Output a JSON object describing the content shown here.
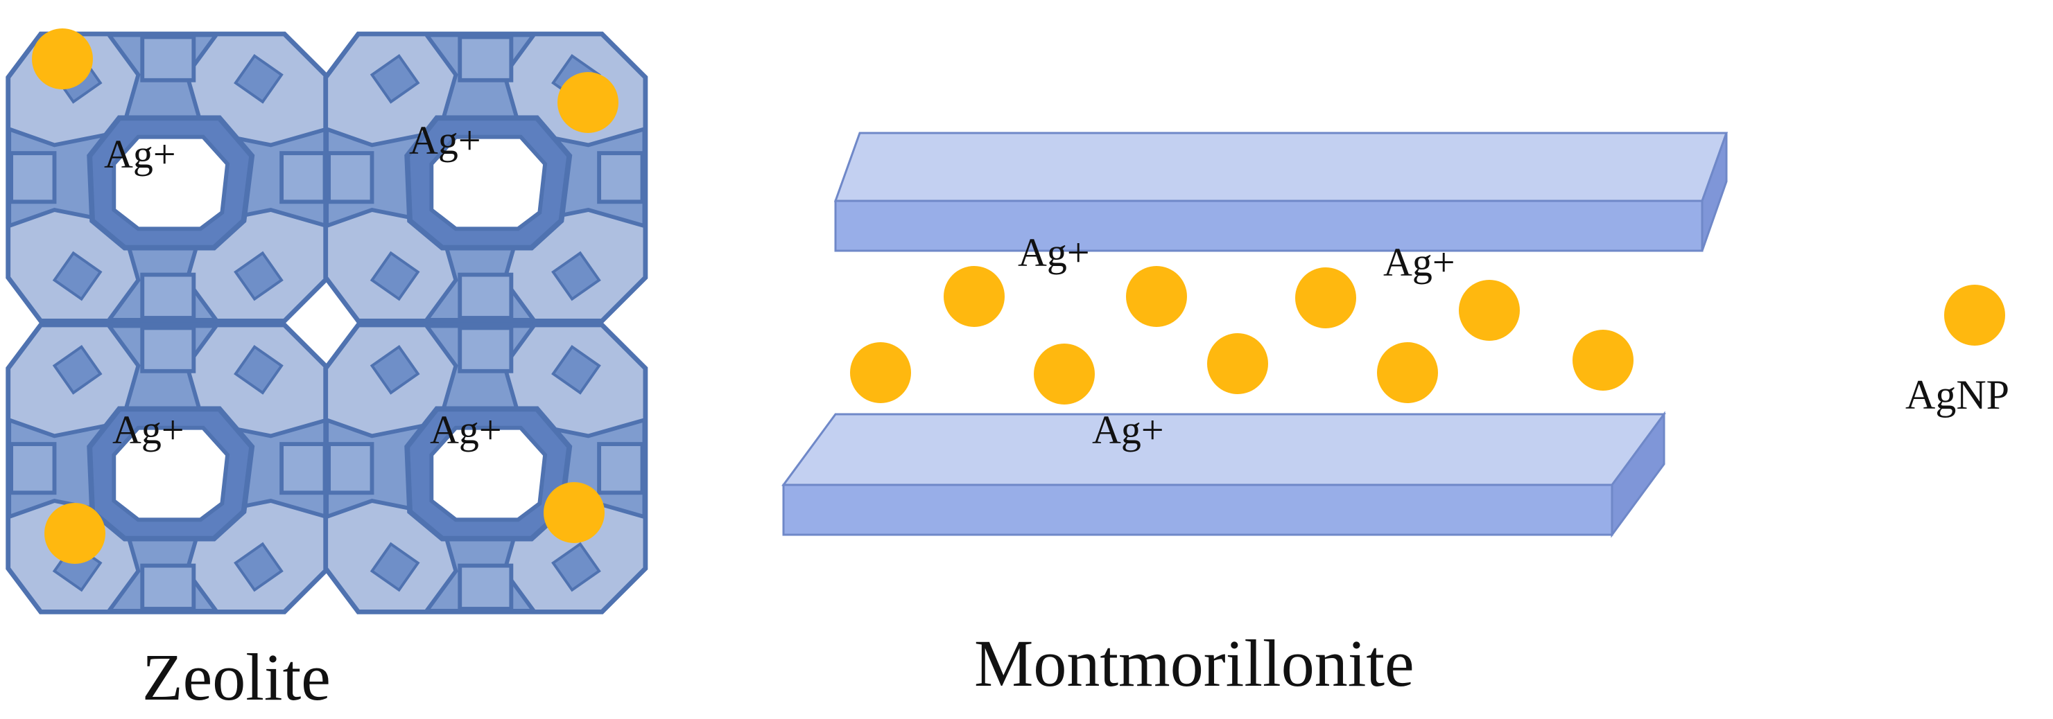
{
  "panels": {
    "zeolite": {
      "caption": "Zeolite",
      "ion_labels": [
        "Ag+",
        "Ag+",
        "Ag+",
        "Ag+"
      ]
    },
    "montmorillonite": {
      "caption": "Montmorillonite",
      "ion_labels": [
        "Ag+",
        "Ag+",
        "Ag+"
      ]
    }
  },
  "legend": {
    "label": "AgNP"
  },
  "colors": {
    "framework": "#7f9ccf",
    "framework_dark": "#4f72b0",
    "framework_light": "#aebfe0",
    "sheet_top": "#c3d0f1",
    "sheet_front": "#98aee8",
    "sheet_edge": "#6f88c8",
    "nanoparticle": "#ffb80f"
  }
}
